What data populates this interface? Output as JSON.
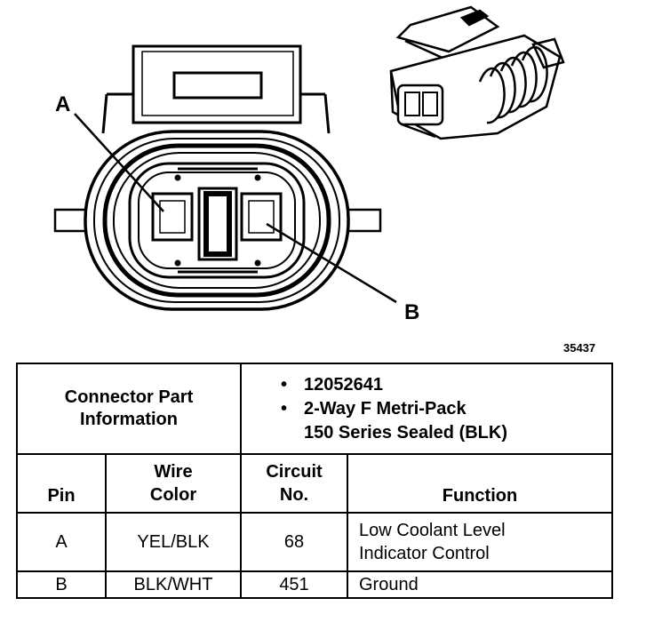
{
  "labels": {
    "pin_a": "A",
    "pin_b": "B",
    "figure_number": "35437"
  },
  "connector_info": {
    "label_line1": "Connector Part",
    "label_line2": "Information",
    "bullet": "•",
    "part_number": "12052641",
    "description_line1": "2-Way F Metri-Pack",
    "description_line2": "150 Series Sealed (BLK)"
  },
  "columns": {
    "pin": "Pin",
    "wire_color_line1": "Wire",
    "wire_color_line2": "Color",
    "circuit_line1": "Circuit",
    "circuit_line2": "No.",
    "function": "Function"
  },
  "rows": [
    {
      "pin": "A",
      "wire_color": "YEL/BLK",
      "circuit": "68",
      "function_line1": "Low Coolant Level",
      "function_line2": "Indicator Control"
    },
    {
      "pin": "B",
      "wire_color": "BLK/WHT",
      "circuit": "451",
      "function_line1": "Ground",
      "function_line2": ""
    }
  ]
}
